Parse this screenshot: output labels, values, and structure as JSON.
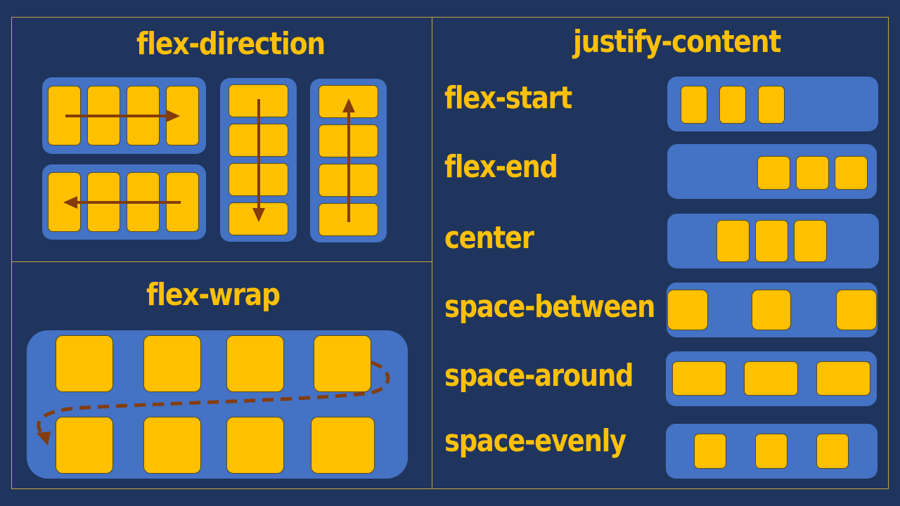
{
  "sections": {
    "flex_direction": {
      "title": "flex-direction"
    },
    "flex_wrap": {
      "title": "flex-wrap"
    },
    "justify_content": {
      "title": "justify-content",
      "values": [
        "flex-start",
        "flex-end",
        "center",
        "space-between",
        "space-around",
        "space-evenly"
      ]
    }
  },
  "colors": {
    "background": "#20355d",
    "container": "#4472c4",
    "item": "#ffc000",
    "title": "#ffc107",
    "arrow": "#843c0c",
    "frame": "#c8a640"
  }
}
